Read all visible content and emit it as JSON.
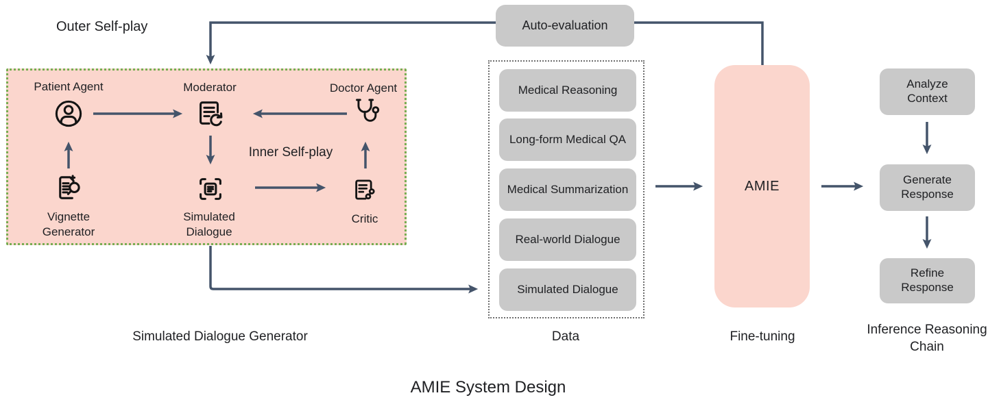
{
  "title": "AMIE System Design",
  "labels": {
    "outer_self_play": "Outer Self-play",
    "inner_self_play": "Inner Self-play",
    "auto_evaluation": "Auto-evaluation"
  },
  "generator": {
    "section_label": "Simulated Dialogue Generator",
    "nodes": [
      {
        "label": "Patient Agent",
        "icon": "patient-agent-icon"
      },
      {
        "label": "Moderator",
        "icon": "moderator-icon"
      },
      {
        "label": "Doctor Agent",
        "icon": "doctor-agent-icon"
      },
      {
        "label": "Vignette Generator",
        "icon": "vignette-generator-icon"
      },
      {
        "label": "Simulated Dialogue",
        "icon": "simulated-dialogue-icon"
      },
      {
        "label": "Critic",
        "icon": "critic-icon"
      }
    ]
  },
  "data_section": {
    "section_label": "Data",
    "items": [
      "Medical Reasoning",
      "Long-form Medical QA",
      "Medical Summarization",
      "Real-world Dialogue",
      "Simulated Dialogue"
    ]
  },
  "fine_tuning": {
    "section_label": "Fine-tuning",
    "model": "AMIE"
  },
  "inference": {
    "section_label": "Inference Reasoning Chain",
    "steps": [
      "Analyze Context",
      "Generate Response",
      "Refine Response"
    ]
  },
  "colors": {
    "accent_pink": "#fbd6cd",
    "box_gray": "#c9c9c9",
    "arrow": "#44546a",
    "generator_border_green": "#77ad52",
    "data_border_gray": "#6e6e6e",
    "text": "#202124"
  }
}
